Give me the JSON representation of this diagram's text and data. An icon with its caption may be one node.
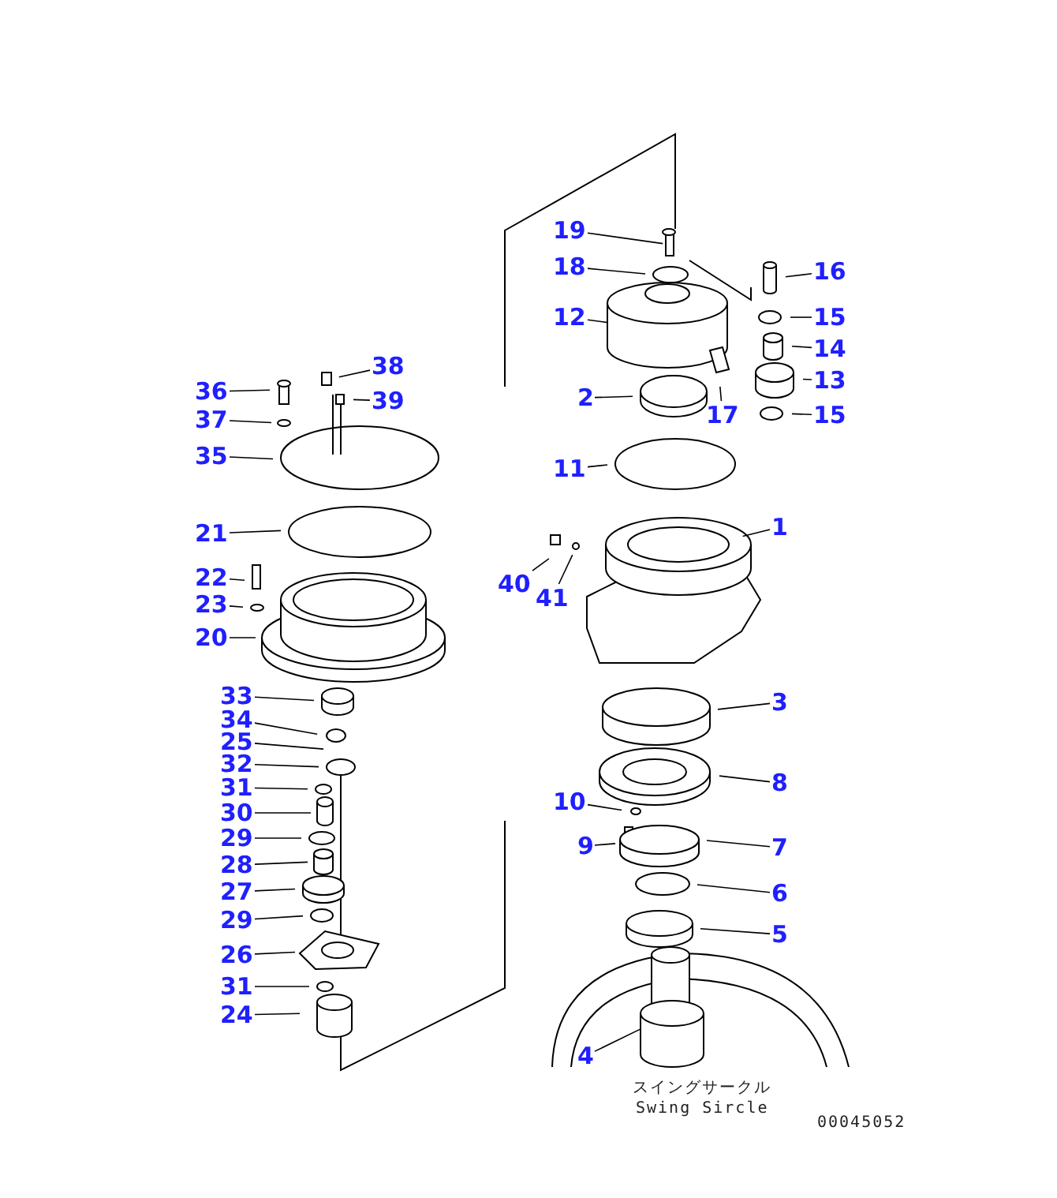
{
  "diagram": {
    "nodes": [
      {
        "text": [
          "19"
        ]
      },
      {
        "text": [
          "18"
        ]
      },
      {
        "text": [
          "16"
        ]
      },
      {
        "text": [
          "12"
        ]
      },
      {
        "text": [
          "15"
        ]
      },
      {
        "text": [
          "14"
        ]
      },
      {
        "text": [
          "38"
        ]
      },
      {
        "text": [
          "36"
        ]
      },
      {
        "text": [
          "13"
        ]
      },
      {
        "text": [
          "2"
        ]
      },
      {
        "text": [
          "39"
        ]
      },
      {
        "text": [
          "17"
        ]
      },
      {
        "text": [
          "15"
        ]
      },
      {
        "text": [
          "37"
        ]
      },
      {
        "text": [
          "35"
        ]
      },
      {
        "text": [
          "11"
        ]
      },
      {
        "text": [
          "1"
        ]
      },
      {
        "text": [
          "21"
        ]
      },
      {
        "text": [
          "22"
        ]
      },
      {
        "text": [
          "40"
        ]
      },
      {
        "text": [
          "41"
        ]
      },
      {
        "text": [
          "23"
        ]
      },
      {
        "text": [
          "20"
        ]
      },
      {
        "text": [
          "33"
        ]
      },
      {
        "text": [
          "3"
        ]
      },
      {
        "text": [
          "34"
        ]
      },
      {
        "text": [
          "25"
        ]
      },
      {
        "text": [
          "32"
        ]
      },
      {
        "text": [
          "8"
        ]
      },
      {
        "text": [
          "31"
        ]
      },
      {
        "text": [
          "10"
        ]
      },
      {
        "text": [
          "30"
        ]
      },
      {
        "text": [
          "29"
        ]
      },
      {
        "text": [
          "9"
        ]
      },
      {
        "text": [
          "7"
        ]
      },
      {
        "text": [
          "28"
        ]
      },
      {
        "text": [
          "27"
        ]
      },
      {
        "text": [
          "6"
        ]
      },
      {
        "text": [
          "29"
        ]
      },
      {
        "text": [
          "5"
        ]
      },
      {
        "text": [
          "26"
        ]
      },
      {
        "text": [
          "31"
        ]
      },
      {
        "text": [
          "24"
        ]
      },
      {
        "text": [
          "4"
        ]
      }
    ],
    "edges": [
      {
        "from": 0,
        "to": null,
        "arrow": "none"
      },
      {
        "from": 1,
        "to": null,
        "arrow": "none"
      },
      {
        "from": 2,
        "to": null,
        "arrow": "none"
      },
      {
        "from": 3,
        "to": null,
        "arrow": "none"
      },
      {
        "from": 4,
        "to": null,
        "arrow": "none"
      },
      {
        "from": 5,
        "to": null,
        "arrow": "none"
      },
      {
        "from": 6,
        "to": null,
        "arrow": "none"
      },
      {
        "from": 7,
        "to": null,
        "arrow": "none"
      },
      {
        "from": 8,
        "to": null,
        "arrow": "none"
      },
      {
        "from": 9,
        "to": null,
        "arrow": "none"
      },
      {
        "from": 10,
        "to": null,
        "arrow": "none"
      },
      {
        "from": 11,
        "to": null,
        "arrow": "none"
      },
      {
        "from": 12,
        "to": null,
        "arrow": "none"
      },
      {
        "from": 13,
        "to": null,
        "arrow": "none"
      },
      {
        "from": 14,
        "to": null,
        "arrow": "none"
      },
      {
        "from": 15,
        "to": null,
        "arrow": "none"
      },
      {
        "from": 16,
        "to": null,
        "arrow": "none"
      },
      {
        "from": 17,
        "to": null,
        "arrow": "none"
      },
      {
        "from": 18,
        "to": null,
        "arrow": "none"
      },
      {
        "from": 19,
        "to": null,
        "arrow": "none"
      },
      {
        "from": 20,
        "to": null,
        "arrow": "none"
      },
      {
        "from": 21,
        "to": null,
        "arrow": "none"
      },
      {
        "from": 22,
        "to": null,
        "arrow": "none"
      },
      {
        "from": 23,
        "to": null,
        "arrow": "none"
      },
      {
        "from": 24,
        "to": null,
        "arrow": "none"
      },
      {
        "from": 25,
        "to": null,
        "arrow": "none"
      },
      {
        "from": 26,
        "to": null,
        "arrow": "none"
      },
      {
        "from": 27,
        "to": null,
        "arrow": "none"
      },
      {
        "from": 28,
        "to": null,
        "arrow": "none"
      },
      {
        "from": 29,
        "to": null,
        "arrow": "none"
      },
      {
        "from": 30,
        "to": null,
        "arrow": "none"
      },
      {
        "from": 31,
        "to": null,
        "arrow": "none"
      },
      {
        "from": 32,
        "to": null,
        "arrow": "none"
      },
      {
        "from": 33,
        "to": null,
        "arrow": "none"
      },
      {
        "from": 34,
        "to": null,
        "arrow": "none"
      },
      {
        "from": 35,
        "to": null,
        "arrow": "none"
      },
      {
        "from": 36,
        "to": null,
        "arrow": "none"
      },
      {
        "from": 37,
        "to": null,
        "arrow": "none"
      },
      {
        "from": 38,
        "to": null,
        "arrow": "none"
      },
      {
        "from": 39,
        "to": null,
        "arrow": "none"
      },
      {
        "from": 40,
        "to": null,
        "arrow": "none"
      },
      {
        "from": 41,
        "to": null,
        "arrow": "none"
      },
      {
        "from": 42,
        "to": null,
        "arrow": "none"
      },
      {
        "from": 43,
        "to": null,
        "arrow": "none"
      }
    ],
    "labels": [
      "スイングサークル",
      "Swing Sircle",
      "00045052"
    ]
  }
}
